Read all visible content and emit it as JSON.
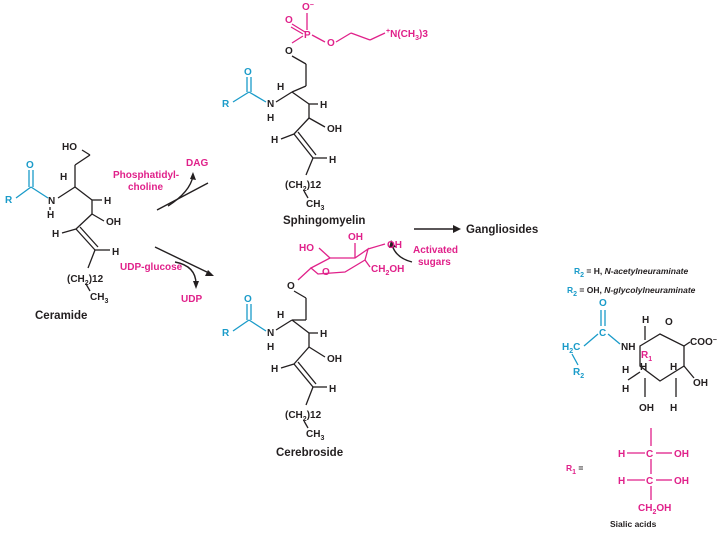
{
  "labels": {
    "phosphatidyl": "Phosphatidyl-",
    "choline": "choline",
    "dag": "DAG",
    "udp_glucose": "UDP-glucose",
    "udp": "UDP",
    "ceramide": "Ceramide",
    "sphingomyelin": "Sphingomyelin",
    "cerebroside": "Cerebroside",
    "gangliosides": "Gangliosides",
    "activated": "Activated",
    "sugars": "sugars",
    "sialic_acids": "Sialic acids",
    "r2_h_sym": "R",
    "r2_h_sub": "2",
    "r2_h_eq": " = H, ",
    "r2_h_name": "N-acetylneuraminate",
    "r2_oh_sym": "R",
    "r2_oh_sub": "2",
    "r2_oh_eq": " = OH, ",
    "r2_oh_name": "N-glycolylneuraminate",
    "r1_sym": "R",
    "r1_sub": "1",
    "r1_eq": " ="
  },
  "atoms": {
    "O": "O",
    "R": "R",
    "N": "N",
    "H": "H",
    "HO": "HO",
    "OH": "OH",
    "CH2": "(CH",
    "sub2": "2",
    "sub12": ")12",
    "CH3": "CH",
    "sub3": "3",
    "NMe3": "N(CH",
    "NMe3_end": ")3",
    "plus": "+",
    "minus": "−",
    "P": "P",
    "C": "C",
    "COO": "COO",
    "H2C": "H",
    "H2C_end": "C",
    "CH2OH": "CH",
    "CH2OH_end": "OH",
    "R1": "R",
    "R2": "R"
  }
}
